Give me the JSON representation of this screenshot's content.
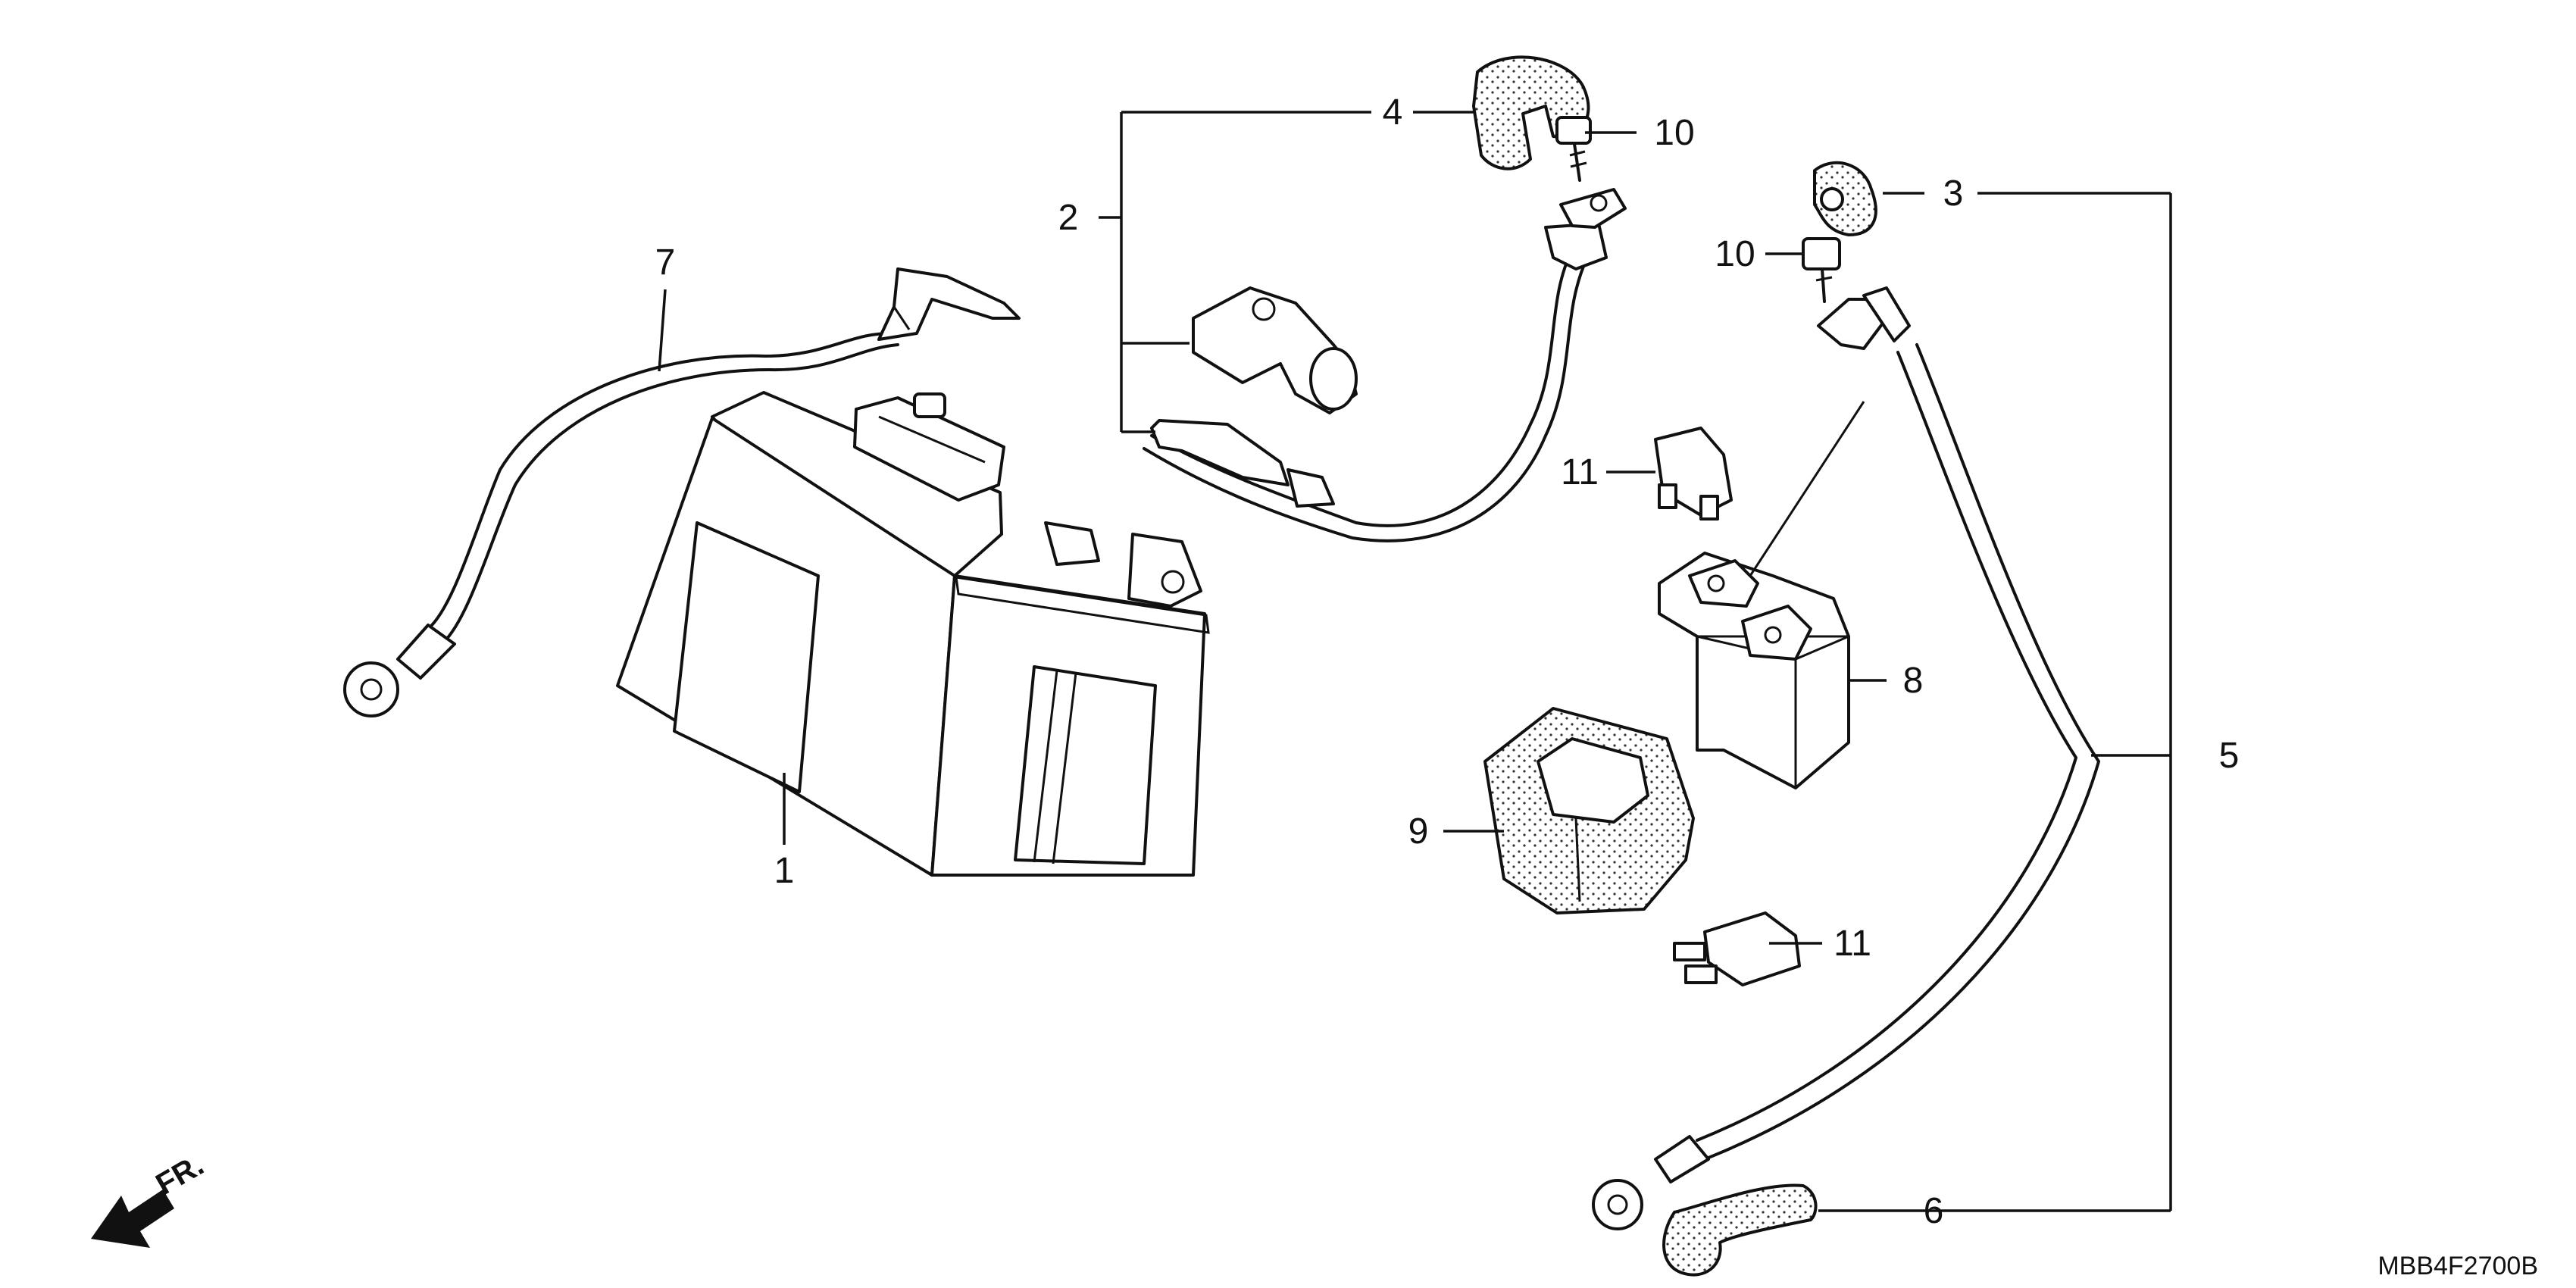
{
  "callouts": [
    {
      "id": "1",
      "text": "1"
    },
    {
      "id": "2",
      "text": "2"
    },
    {
      "id": "3",
      "text": "3"
    },
    {
      "id": "4",
      "text": "4"
    },
    {
      "id": "5",
      "text": "5"
    },
    {
      "id": "6",
      "text": "6"
    },
    {
      "id": "7",
      "text": "7"
    },
    {
      "id": "8",
      "text": "8"
    },
    {
      "id": "9",
      "text": "9"
    },
    {
      "id": "10a",
      "text": "10"
    },
    {
      "id": "10b",
      "text": "10"
    },
    {
      "id": "11a",
      "text": "11"
    },
    {
      "id": "11b",
      "text": "11"
    }
  ],
  "direction_label": "FR.",
  "diagram_code": "MBB4F2700B",
  "icons": {
    "front_arrow": "arrow-down-left-icon"
  }
}
